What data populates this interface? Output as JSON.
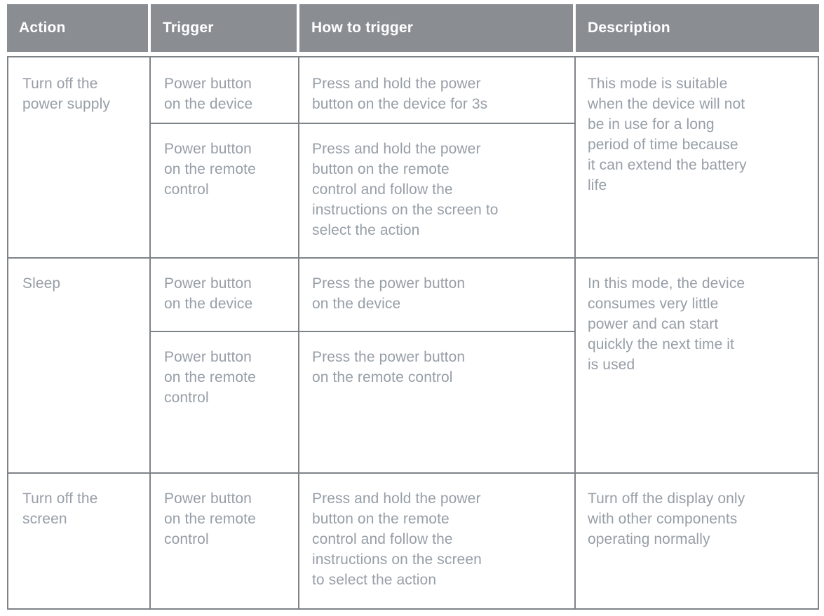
{
  "colors": {
    "header-bg": "#8a8e93",
    "header-text": "#ffffff",
    "border": "#7e8388",
    "body-text": "#979ea7"
  },
  "table": {
    "headers": [
      "Action",
      "Trigger",
      "How to trigger",
      "Description"
    ],
    "rows": [
      {
        "action": "Turn off the\npower supply",
        "triggers": [
          {
            "trigger": "Power button\non the device",
            "how": "Press and hold the power\nbutton on the device for 3s"
          },
          {
            "trigger": "Power button\non the remote\ncontrol",
            "how": "Press and hold the power\nbutton on the remote\ncontrol and follow the\ninstructions on the screen to\nselect the action"
          }
        ],
        "description": "This mode is suitable\nwhen the device will not\nbe in use for a long\nperiod of time because\nit can extend the battery\nlife"
      },
      {
        "action": "Sleep",
        "triggers": [
          {
            "trigger": "Power button\non the device",
            "how": "Press the power button\non the device"
          },
          {
            "trigger": "Power button\non the remote\ncontrol",
            "how": "Press the power button\non the remote control"
          }
        ],
        "description": "In this mode, the device\nconsumes very little\npower and can start\nquickly the next time it\nis used"
      },
      {
        "action": "Turn off the\nscreen",
        "triggers": [
          {
            "trigger": "Power button\non the remote\ncontrol",
            "how": "Press and hold the power\nbutton on the remote\ncontrol and follow the\ninstructions on the screen\nto select the action"
          }
        ],
        "description": "Turn off the display only\nwith other components\noperating normally"
      }
    ]
  }
}
